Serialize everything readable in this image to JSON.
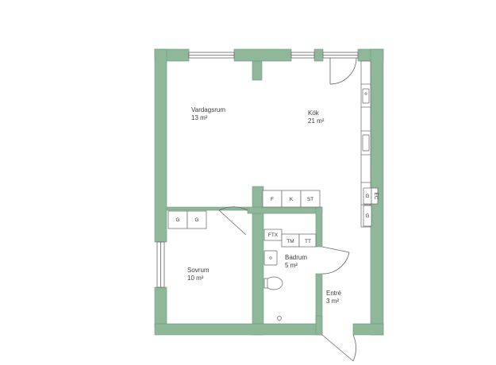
{
  "rooms": {
    "vardagsrum": {
      "name": "Vardagsrum",
      "area": "13 m²"
    },
    "kok": {
      "name": "Kök",
      "area": "21 m²"
    },
    "sovrum": {
      "name": "Sovrum",
      "area": "10 m²"
    },
    "badrum": {
      "name": "Badrum",
      "area": "5 m²"
    },
    "entre": {
      "name": "Entré",
      "area": "3 m²"
    }
  },
  "fixtures": {
    "wardrobe_hall": [
      "F",
      "K",
      "ST"
    ],
    "wardrobe_bedroom": [
      "G",
      "G"
    ],
    "bath_ftx": "FTX",
    "bath_machines": [
      "TM",
      "TT"
    ],
    "kitchen_g1": "G",
    "kitchen_ec": "EC",
    "kitchen_g2": "G"
  },
  "colors": {
    "wall": "#8fb79a",
    "wall_stroke": "#6f9a7c",
    "line": "#666666"
  }
}
